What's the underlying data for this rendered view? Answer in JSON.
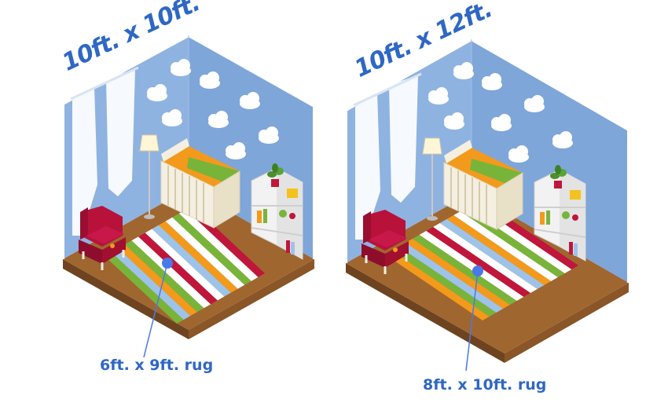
{
  "rooms": [
    {
      "title": "10ft. x 10ft.",
      "rug_label": "6ft. x 9ft. rug",
      "rug_stripes": [
        "#c0163b",
        "#ffffff",
        "#79b43a",
        "#ffffff",
        "#f39a1c",
        "#9ec3e8",
        "#ffffff",
        "#c0163b",
        "#ffffff",
        "#79b43a",
        "#f39a1c",
        "#9ec3e8",
        "#79b43a"
      ]
    },
    {
      "title": "10ft. x 12ft.",
      "rug_label": "8ft. x 10ft. rug",
      "rug_stripes": [
        "#c0163b",
        "#ffffff",
        "#79b43a",
        "#ffffff",
        "#f39a1c",
        "#9ec3e8",
        "#ffffff",
        "#c0163b",
        "#ffffff",
        "#79b43a",
        "#f39a1c",
        "#9ec3e8",
        "#79b43a",
        "#f39a1c"
      ]
    }
  ],
  "colors": {
    "wall_left": "#8fb3e0",
    "wall_right": "#7ea6d9",
    "floor": "#a0662f",
    "floor_edge": "#6e4420",
    "label": "#2f67c4",
    "marker": "#4a78e8",
    "armchair": "#b8123a",
    "crib": "#f4efe0",
    "crib_mattress": "#f39a1c",
    "crib_blanket": "#79b43a"
  },
  "icons": [
    "cloud-icon",
    "floor-lamp-icon",
    "crib-icon",
    "armchair-icon",
    "bookshelf-icon",
    "plant-icon",
    "curtain-icon",
    "marker-dot-icon"
  ]
}
